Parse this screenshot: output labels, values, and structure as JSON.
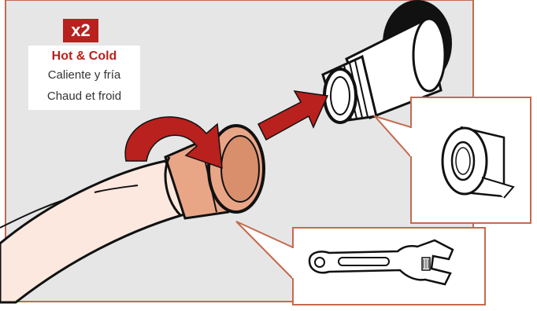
{
  "quantity_badge": "x2",
  "labels": {
    "en": "Hot & Cold",
    "es": "Caliente y fría",
    "fr": "Chaud et froid"
  },
  "colors": {
    "accent": "#b8211d",
    "panel_background": "#e6e6e7",
    "hose": "#fce8df",
    "nut": "#e9a687",
    "callout_border": "#c46a4e"
  },
  "icons": [
    "curved-arrow-icon",
    "straight-arrow-icon",
    "tape-roll-icon",
    "wrench-icon"
  ]
}
